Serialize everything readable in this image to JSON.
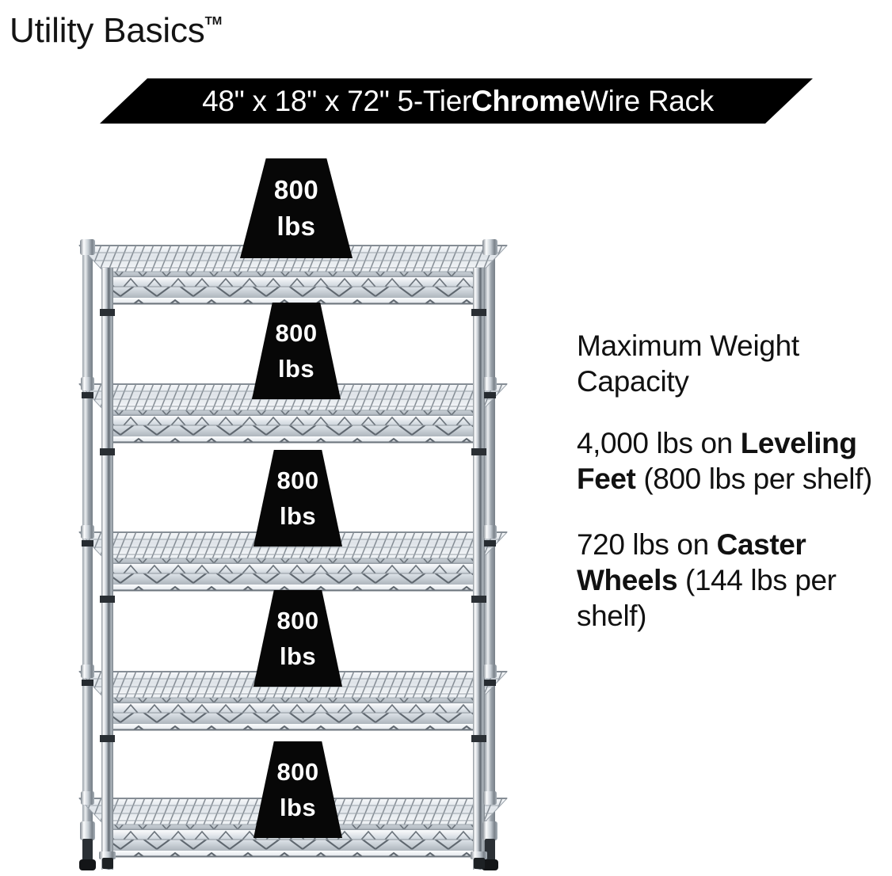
{
  "brand": {
    "name": "Utility Basics",
    "trademark": "TM"
  },
  "banner": {
    "prefix": "48\" x 18\" x 72\" 5-Tier ",
    "emphasis": "Chrome",
    "suffix": " Wire Rack",
    "full_text": "48\" x 18\" x 72\" 5-Tier Chrome Wire Rack",
    "background_color": "#000000",
    "text_color": "#FFFFFF"
  },
  "product": {
    "tier_count": 5,
    "width_in": "48\"",
    "depth_in": "18\"",
    "height_in": "72\"",
    "finish": "Chrome",
    "type": "Wire Rack"
  },
  "load_labels": [
    {
      "value": "800",
      "unit": "lbs"
    },
    {
      "value": "800",
      "unit": "lbs"
    },
    {
      "value": "800",
      "unit": "lbs"
    },
    {
      "value": "800",
      "unit": "lbs"
    },
    {
      "value": "800",
      "unit": "lbs"
    }
  ],
  "info": {
    "heading": "Maximum Weight Capacity",
    "leveling": {
      "total": "4,000 lbs on ",
      "emphasis": "Leveling Feet",
      "per_shelf": " (800 lbs per shelf)",
      "full_text": "4,000 lbs on Leveling Feet (800 lbs per shelf)"
    },
    "caster": {
      "total": "720 lbs on ",
      "emphasis": "Caster Wheels",
      "per_shelf": " (144 lbs per shelf)",
      "full_text": "720 lbs on Caster Wheels (144 lbs per shelf)"
    }
  },
  "colors": {
    "background": "#FFFFFF",
    "ink": "#111111",
    "label_fill": "#070707",
    "chrome_light": "#FAFBFC",
    "chrome_mid": "#B9C0C7",
    "chrome_dark": "#5E666E",
    "foot_black": "#151515"
  }
}
